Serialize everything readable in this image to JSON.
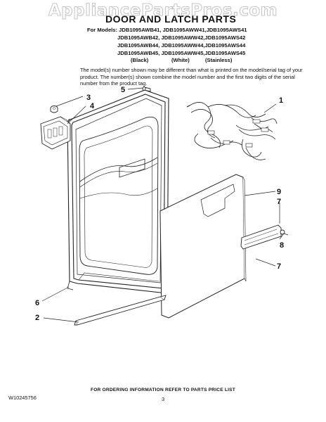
{
  "watermark": "AppliancePartsPros.com",
  "title": "DOOR AND LATCH PARTS",
  "models": {
    "prefix": "For Models:",
    "rows": [
      [
        "JDB1095AWB41",
        "JDB1095AWW41",
        "JDB1095AWS41"
      ],
      [
        "JDB1095AWB42",
        "JDB1095AWW42",
        "JDB1095AWS42"
      ],
      [
        "JDB1095AWB44",
        "JDB1095AWW44",
        "JDB1095AWS44"
      ],
      [
        "JDB1095AWB45",
        "JDB1095AWW45",
        "JDB1095AWS45"
      ]
    ],
    "colors": [
      "(Black)",
      "(White)",
      "(Stainless)"
    ]
  },
  "note": "The model(s) number shown may be different than what is printed on the model/serial tag of your product. The number(s) shown combine the model number and the first two digits of the serial number from the product tag.",
  "callouts": {
    "c1": "1",
    "c2": "2",
    "c3": "3",
    "c4": "4",
    "c5": "5",
    "c6": "6",
    "c7a": "7",
    "c7b": "7",
    "c8": "8",
    "c9": "9"
  },
  "footer": {
    "doc_number": "W10245756",
    "ordering": "FOR ORDERING INFORMATION REFER TO PARTS PRICE LIST",
    "page": "3"
  }
}
